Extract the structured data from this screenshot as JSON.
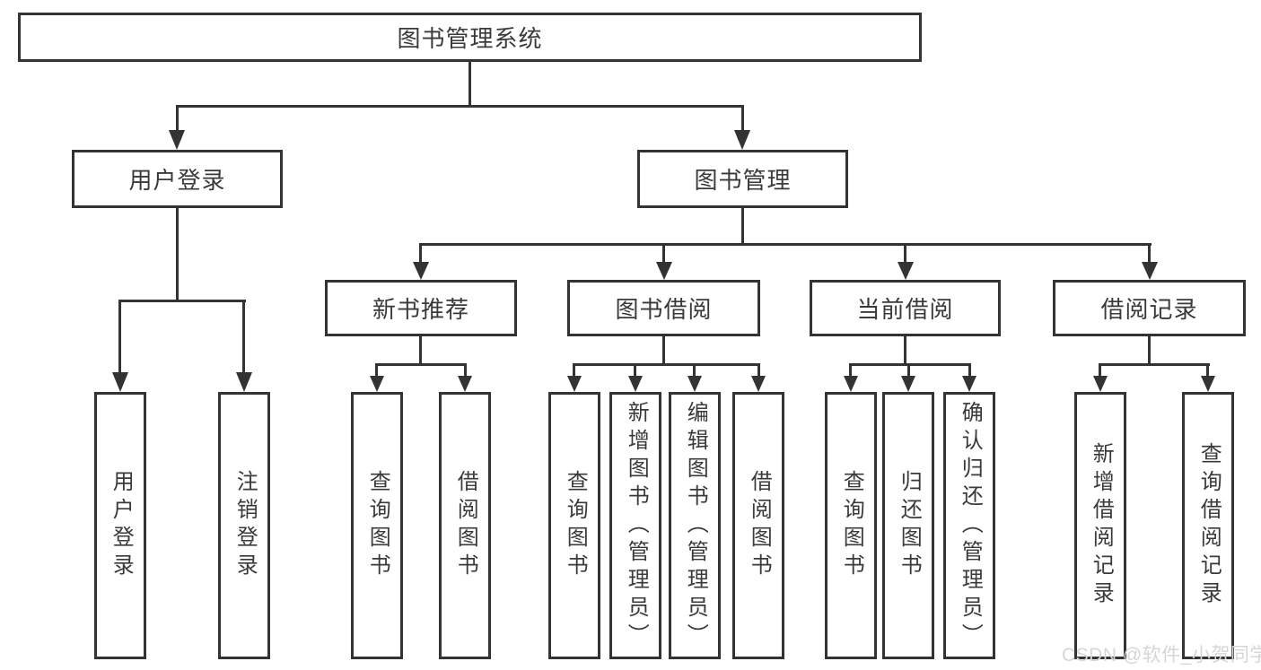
{
  "diagram": {
    "title": "图书管理系统",
    "watermark": "CSDN @软件_小贺同学",
    "colors": {
      "line": "#333333",
      "text": "#3a3a3a",
      "background": "#ffffff",
      "watermark": "#d6d6d6"
    },
    "tree": {
      "root": {
        "label": "图书管理系统",
        "children": [
          {
            "label": "用户登录",
            "children": [
              {
                "label": "用户登录"
              },
              {
                "label": "注销登录"
              }
            ]
          },
          {
            "label": "图书管理",
            "children": [
              {
                "label": "新书推荐",
                "children": [
                  {
                    "label": "查询图书"
                  },
                  {
                    "label": "借阅图书"
                  }
                ]
              },
              {
                "label": "图书借阅",
                "children": [
                  {
                    "label": "查询图书"
                  },
                  {
                    "label": "新增图书（管理员）"
                  },
                  {
                    "label": "编辑图书（管理员）"
                  },
                  {
                    "label": "借阅图书"
                  }
                ]
              },
              {
                "label": "当前借阅",
                "children": [
                  {
                    "label": "查询图书"
                  },
                  {
                    "label": "归还图书"
                  },
                  {
                    "label": "确认归还（管理员）"
                  }
                ]
              },
              {
                "label": "借阅记录",
                "children": [
                  {
                    "label": "新增借阅记录"
                  },
                  {
                    "label": "查询借阅记录"
                  }
                ]
              }
            ]
          }
        ]
      }
    }
  }
}
